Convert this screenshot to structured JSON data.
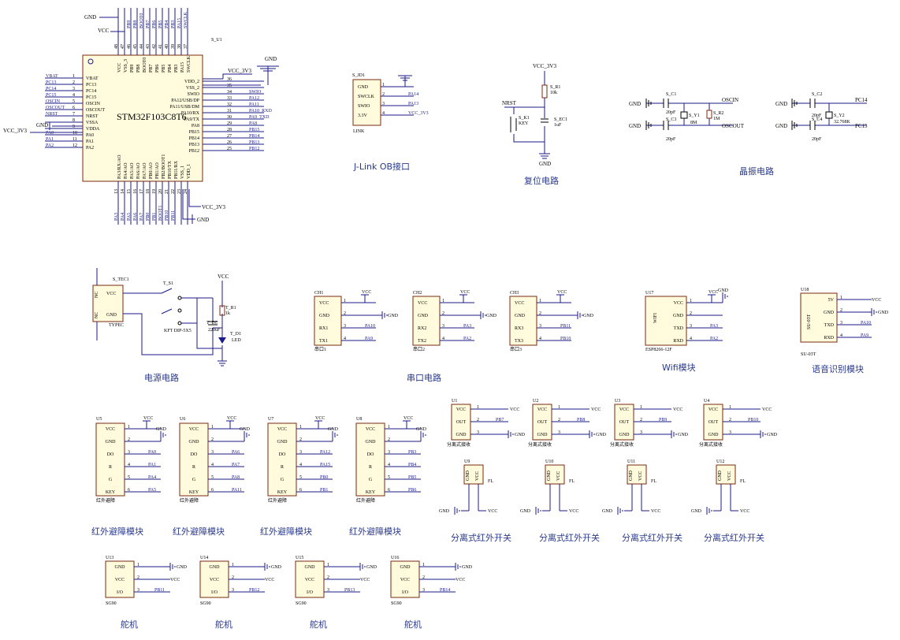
{
  "mcu": {
    "ref": "S_U1",
    "part": "STM32F103C8T6",
    "left_pins": [
      {
        "num": "1",
        "name": "VBAT",
        "net": "VBAT"
      },
      {
        "num": "2",
        "name": "PC13",
        "net": "PC13"
      },
      {
        "num": "3",
        "name": "PC14",
        "net": "PC14"
      },
      {
        "num": "4",
        "name": "PC15",
        "net": "PC15"
      },
      {
        "num": "5",
        "name": "OSCIN",
        "net": "OSCIN"
      },
      {
        "num": "6",
        "name": "OSCOUT",
        "net": "OSCOUT"
      },
      {
        "num": "7",
        "name": "NRST",
        "net": "NRST"
      },
      {
        "num": "8",
        "name": "VSSA",
        "net": ""
      },
      {
        "num": "9",
        "name": "VDDA",
        "net": ""
      },
      {
        "num": "10",
        "name": "PA0",
        "net": "PA0"
      },
      {
        "num": "11",
        "name": "PA1",
        "net": "PA1"
      },
      {
        "num": "12",
        "name": "PA2",
        "net": "PA2"
      }
    ],
    "right_pins": [
      {
        "num": "36",
        "name": "VDD_2",
        "net": ""
      },
      {
        "num": "35",
        "name": "VSS_2",
        "net": ""
      },
      {
        "num": "34",
        "name": "SWIO",
        "net": "SWIO"
      },
      {
        "num": "33",
        "name": "PA12/USB/DP",
        "net": "PA12"
      },
      {
        "num": "32",
        "name": "PA11/USB/DM",
        "net": "PA11"
      },
      {
        "num": "31",
        "name": "PA10/RX",
        "net": "PA10_RXD"
      },
      {
        "num": "30",
        "name": "PA9/TX",
        "net": "PA9_TXD"
      },
      {
        "num": "29",
        "name": "PA8",
        "net": "PA8"
      },
      {
        "num": "28",
        "name": "PB15",
        "net": "PB15"
      },
      {
        "num": "27",
        "name": "PB14",
        "net": "PB14"
      },
      {
        "num": "26",
        "name": "PB13",
        "net": "PB13"
      },
      {
        "num": "25",
        "name": "PB12",
        "net": "PB12"
      }
    ],
    "top_pins": [
      {
        "num": "48",
        "name": "VCC",
        "net": ""
      },
      {
        "num": "47",
        "name": "VSS_3",
        "net": ""
      },
      {
        "num": "46",
        "name": "PB9",
        "net": "PB9"
      },
      {
        "num": "45",
        "name": "PB8",
        "net": "PB8"
      },
      {
        "num": "44",
        "name": "BOOT0",
        "net": "BOOT0"
      },
      {
        "num": "43",
        "name": "PB7",
        "net": "PB7"
      },
      {
        "num": "42",
        "name": "PB6",
        "net": "PB6"
      },
      {
        "num": "41",
        "name": "PB5",
        "net": "PB5"
      },
      {
        "num": "40",
        "name": "PB4",
        "net": "PB4"
      },
      {
        "num": "39",
        "name": "PB3",
        "net": "PB3"
      },
      {
        "num": "38",
        "name": "PA15",
        "net": "PA15"
      },
      {
        "num": "37",
        "name": "SWCLK",
        "net": "SWCLK"
      }
    ],
    "bottom_pins": [
      {
        "num": "13",
        "name": "PA3/RX/AO",
        "net": "PA3"
      },
      {
        "num": "14",
        "name": "PA4/AO",
        "net": "PA4"
      },
      {
        "num": "15",
        "name": "PA5/AO",
        "net": "PA5"
      },
      {
        "num": "16",
        "name": "PA6/AO",
        "net": "PA6"
      },
      {
        "num": "17",
        "name": "PA7/AO",
        "net": "PA7"
      },
      {
        "num": "18",
        "name": "PB0/AO",
        "net": "PB0"
      },
      {
        "num": "19",
        "name": "PB1/AO",
        "net": "PB1"
      },
      {
        "num": "20",
        "name": "PB2/BOOT1",
        "net": "BOOT1"
      },
      {
        "num": "21",
        "name": "PB10/TX",
        "net": "PB10"
      },
      {
        "num": "22",
        "name": "PB11/RX",
        "net": "PB11"
      },
      {
        "num": "23",
        "name": "VSS_1",
        "net": ""
      },
      {
        "num": "24",
        "name": "VDD_1",
        "net": ""
      }
    ],
    "gnd": "GND",
    "vcc": "VCC",
    "vcc33": "VCC_3V3"
  },
  "jlink": {
    "ref": "S_JD1",
    "part": "LINK",
    "pins": [
      {
        "num": "1",
        "name": "GND",
        "net": ""
      },
      {
        "num": "2",
        "name": "SWCLK",
        "net": "PA14"
      },
      {
        "num": "3",
        "name": "SWIO",
        "net": "PA13"
      },
      {
        "num": "4",
        "name": "3.3V",
        "net": "VCC_3V3"
      }
    ],
    "caption": "J-Link OB接口"
  },
  "reset": {
    "vcc": "VCC_3V3",
    "r_ref": "S_R1",
    "r_val": "10k",
    "sw_ref": "S_K1",
    "sw_val": "KEY",
    "c_ref": "S_EC1",
    "c_val": "1uF",
    "net": "NRST",
    "gnd": "GND",
    "caption": "复位电路"
  },
  "crystal": {
    "c1": "S_C1",
    "c1v": "20pF",
    "c3": "S_C3",
    "c3v": "20pF",
    "y1": "S_Y1",
    "y1v": "8M",
    "r2": "S_R2",
    "r2v": "1M",
    "c2": "S_C2",
    "c2v": "20pF",
    "c4": "S_C4",
    "c4v": "20pF",
    "y2": "S_Y2",
    "y2v": "32.768K",
    "n_oscin": "OSCIN",
    "n_oscout": "OSCOUT",
    "n_pc14": "PC14",
    "n_pc15": "PC15",
    "gnd": "GND",
    "caption": "晶振电路"
  },
  "power": {
    "usb_ref": "S_TEC1",
    "usb_part": "TYPEC",
    "usb_pins": [
      "VCC",
      "GND"
    ],
    "nc": "NC",
    "sw_ref": "T_S1",
    "sw_part": "KFT DIP-5X5",
    "r_ref": "T_R1",
    "r_val": "1k",
    "c_ref": "T_EC",
    "c_val": "220uF",
    "d_ref": "T_D1",
    "d_val": "LED",
    "vcc": "VCC",
    "caption": "电源电路"
  },
  "serial": {
    "modules": [
      {
        "ref": "CH1",
        "part": "串口1",
        "tx": "RX1",
        "rx": "TX1",
        "n1": "PA10",
        "n2": "PA9"
      },
      {
        "ref": "CH2",
        "part": "串口2",
        "tx": "RX2",
        "rx": "TX2",
        "n1": "PA3",
        "n2": "PA2"
      },
      {
        "ref": "CH3",
        "part": "串口3",
        "tx": "RX3",
        "rx": "TX3",
        "n1": "PB11",
        "n2": "PB10"
      }
    ],
    "caption": "串口电路"
  },
  "wifi": {
    "ref": "U17",
    "label": "WIFI",
    "part": "ESP8266-12F",
    "pins": [
      "VCC",
      "GND",
      "TXD",
      "RXD"
    ],
    "n1": "PA3",
    "n2": "PA2",
    "caption": "Wifi模块"
  },
  "voice": {
    "ref": "U18",
    "label": "SU-03T",
    "part": "SU-03T",
    "pins": [
      "5V",
      "GND",
      "TXD",
      "RXD"
    ],
    "n1": "PA10",
    "n2": "PA9",
    "caption": "语音识别模块"
  },
  "ir_avoid": {
    "modules": [
      {
        "ref": "U5",
        "nets": [
          "PA0",
          "PA1",
          "PA4",
          "PA5"
        ]
      },
      {
        "ref": "U6",
        "nets": [
          "PA6",
          "PA7",
          "PA8",
          "PA11"
        ]
      },
      {
        "ref": "U7",
        "nets": [
          "PA12",
          "PA15",
          "PB0",
          "PB1"
        ]
      },
      {
        "ref": "U8",
        "nets": [
          "PB3",
          "PB4",
          "PB5",
          "PB6"
        ]
      }
    ],
    "pins": [
      "VCC",
      "GND",
      "DO",
      "R",
      "G",
      "KEY"
    ],
    "part": "红外避障",
    "caption": "红外避障模块"
  },
  "ir_switch": {
    "receivers": [
      {
        "ref": "U1",
        "net": "PB7"
      },
      {
        "ref": "U2",
        "net": "PB8"
      },
      {
        "ref": "U3",
        "net": "PB9"
      },
      {
        "ref": "U4",
        "net": "PB10"
      }
    ],
    "emitters": [
      {
        "ref": "U9"
      },
      {
        "ref": "U10"
      },
      {
        "ref": "U11"
      },
      {
        "ref": "U12"
      }
    ],
    "rx_pins": [
      "VCC",
      "OUT",
      "GND"
    ],
    "rx_part": "分离式接收",
    "tx_pins": [
      "GND",
      "VCC"
    ],
    "fl": "FL",
    "caption": "分离式红外开关"
  },
  "servo": {
    "modules": [
      {
        "ref": "U13",
        "net": "PB11"
      },
      {
        "ref": "U14",
        "net": "PB12"
      },
      {
        "ref": "U15",
        "net": "PB13"
      },
      {
        "ref": "U16",
        "net": "PB14"
      }
    ],
    "pins": [
      "GND",
      "VCC",
      "I/O"
    ],
    "part": "SG90",
    "caption": "舵机"
  }
}
